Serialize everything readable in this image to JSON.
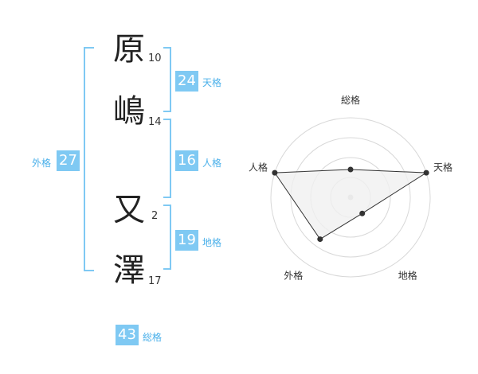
{
  "name": {
    "chars": [
      {
        "char": "原",
        "strokes": "10"
      },
      {
        "char": "嶋",
        "strokes": "14"
      },
      {
        "char": "又",
        "strokes": "2"
      },
      {
        "char": "澤",
        "strokes": "17"
      }
    ]
  },
  "fortunes": {
    "tenkaku": {
      "label": "天格",
      "value": "24"
    },
    "jinkaku": {
      "label": "人格",
      "value": "16"
    },
    "chikaku": {
      "label": "地格",
      "value": "19"
    },
    "gaikaku": {
      "label": "外格",
      "value": "27"
    },
    "soukaku": {
      "label": "総格",
      "value": "43"
    }
  },
  "chart_data": {
    "type": "radar",
    "axes": [
      "総格",
      "天格",
      "地格",
      "外格",
      "人格"
    ],
    "values": [
      0.35,
      1.0,
      0.25,
      0.65,
      1.0
    ],
    "max": 1.0,
    "rings": 4,
    "fill_color": "#f0f0f0",
    "line_color": "#333333",
    "accent_color": "#7fc9f3"
  }
}
